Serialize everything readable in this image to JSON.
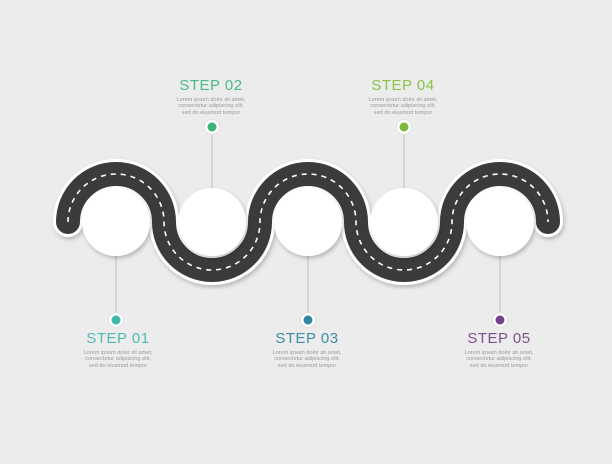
{
  "steps": [
    {
      "title": "STEP 01",
      "color": "#4cbcb0",
      "dot_color": "#3fb6ab",
      "text": [
        "Lorem ipsum dolor sit amet,",
        "consectetur adipiscing elit,",
        "sed do eiusmod tempor"
      ]
    },
    {
      "title": "STEP 02",
      "color": "#4cba84",
      "dot_color": "#3db478",
      "text": [
        "Lorem ipsum dolor sit amet,",
        "consectetur adipiscing elit,",
        "sed do eiusmod tempor"
      ]
    },
    {
      "title": "STEP 03",
      "color": "#3b8ea5",
      "dot_color": "#2e88a0",
      "text": [
        "Lorem ipsum dolor sit amet,",
        "consectetur adipiscing elit,",
        "sed do eiusmod tempor"
      ]
    },
    {
      "title": "STEP 04",
      "color": "#8cc24a",
      "dot_color": "#7db83a",
      "text": [
        "Lorem ipsum dolor sit amet,",
        "consectetur adipiscing elit,",
        "sed do eiusmod tempor"
      ]
    },
    {
      "title": "STEP 05",
      "color": "#7f4f8c",
      "dot_color": "#74428a",
      "text": [
        "Lorem ipsum dolor sit amet,",
        "consectetur adipiscing elit,",
        "sed do eiusmod tempor"
      ]
    }
  ],
  "road": {
    "asphalt": "#3a3b3c",
    "edge": "#ffffff",
    "dash": "#ffffff"
  },
  "circle_fill": "#ffffff",
  "connector_color": "#bdbdbd"
}
